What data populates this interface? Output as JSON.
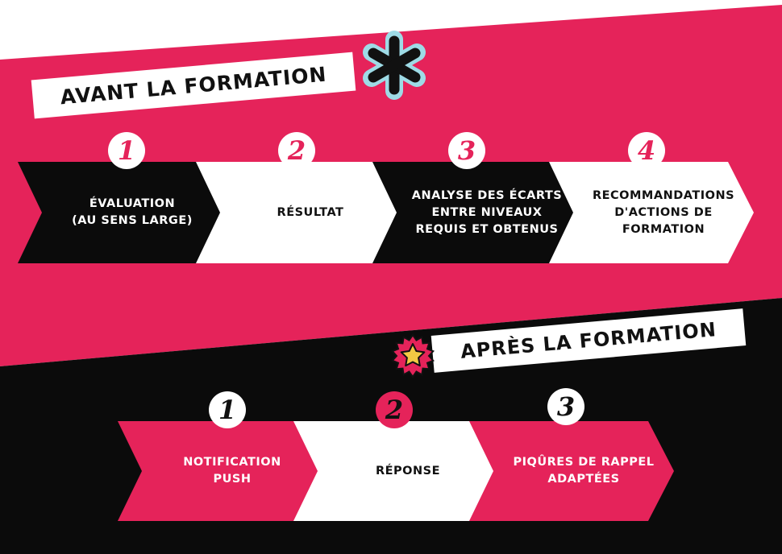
{
  "colors": {
    "pink": "#e5235a",
    "black": "#0b0b0b",
    "white": "#ffffff"
  },
  "avant": {
    "title": "AVANT LA FORMATION",
    "icon": "asterisk-icon",
    "steps": [
      {
        "num": "1",
        "text": "ÉVALUATION\n(AU SENS LARGE)"
      },
      {
        "num": "2",
        "text": "RÉSULTAT"
      },
      {
        "num": "3",
        "text": "ANALYSE DES ÉCARTS\nENTRE NIVEAUX\nREQUIS ET OBTENUS"
      },
      {
        "num": "4",
        "text": "RECOMMANDATIONS\nD'ACTIONS DE\nFORMATION"
      }
    ]
  },
  "apres": {
    "title": "APRÈS LA FORMATION",
    "icon": "star-badge-icon",
    "steps": [
      {
        "num": "1",
        "text": "NOTIFICATION\nPUSH"
      },
      {
        "num": "2",
        "text": "RÉPONSE"
      },
      {
        "num": "3",
        "text": "PIQÛRES DE RAPPEL\nADAPTÉES"
      }
    ]
  }
}
